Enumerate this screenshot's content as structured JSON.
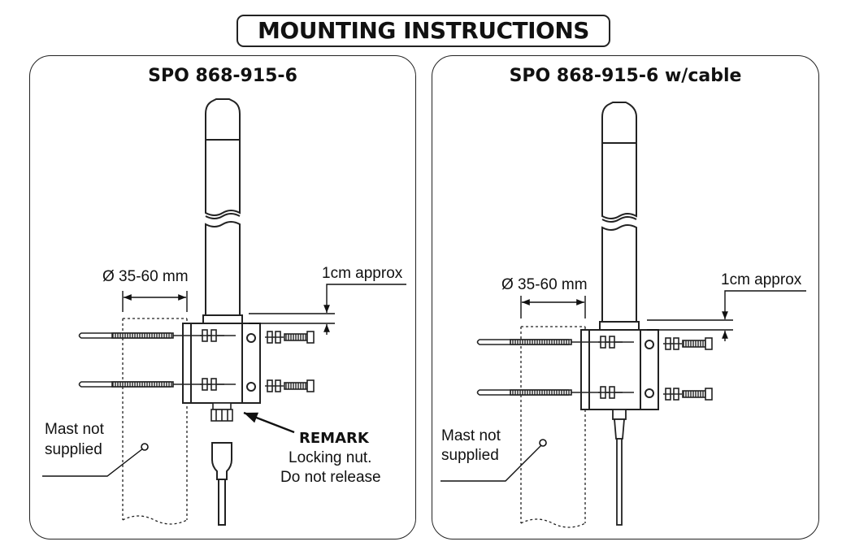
{
  "title": "MOUNTING INSTRUCTIONS",
  "left_panel": {
    "title": "SPO 868-915-6",
    "diameter_label": "Ø 35-60 mm",
    "offset_label": "1cm approx",
    "mast_label_line1": "Mast not",
    "mast_label_line2": "supplied",
    "remark_title": "REMARK",
    "remark_line1": "Locking nut.",
    "remark_line2": "Do not release"
  },
  "right_panel": {
    "title": "SPO 868-915-6 w/cable",
    "diameter_label": "Ø 35-60 mm",
    "offset_label": "1cm approx",
    "mast_label_line1": "Mast not",
    "mast_label_line2": "supplied"
  }
}
